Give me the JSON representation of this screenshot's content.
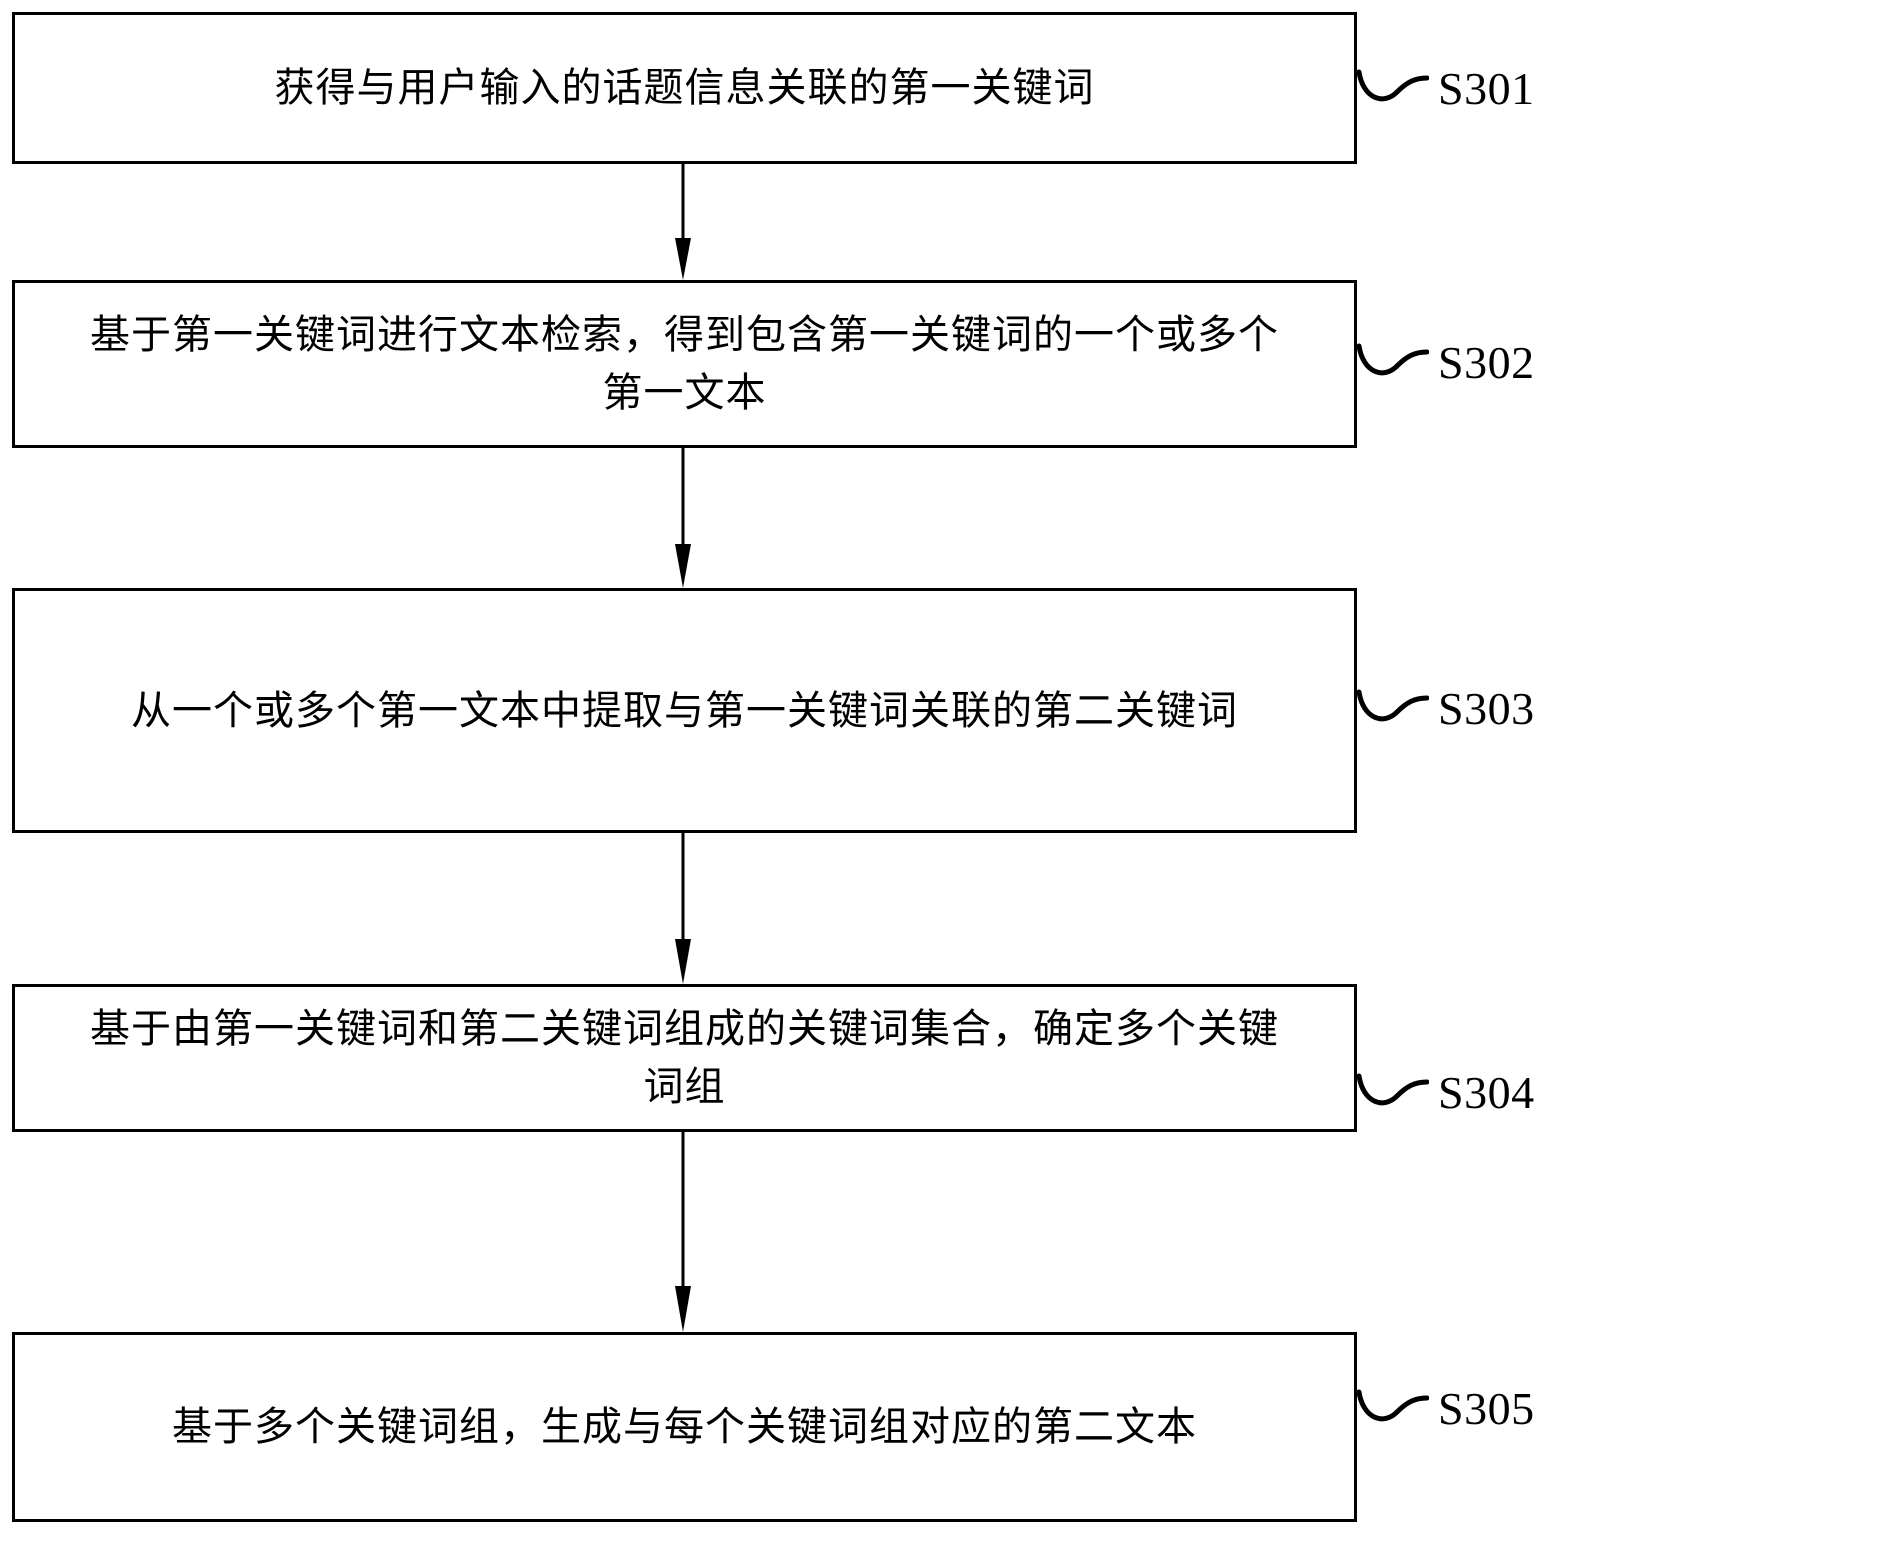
{
  "diagram": {
    "type": "flowchart",
    "orientation": "vertical",
    "line_color": "#000000",
    "background_color": "#ffffff",
    "steps": [
      {
        "id": "S301",
        "label": "S301",
        "text": "获得与用户输入的话题信息关联的第一关键词",
        "lines": 1
      },
      {
        "id": "S302",
        "label": "S302",
        "text": "基于第一关键词进行文本检索，得到包含第一关键词的一个或多个\n第一文本",
        "lines": 2
      },
      {
        "id": "S303",
        "label": "S303",
        "text": "从一个或多个第一文本中提取与第一关键词关联的第二关键词",
        "lines": 1
      },
      {
        "id": "S304",
        "label": "S304",
        "text": "基于由第一关键词和第二关键词组成的关键词集合，确定多个关键\n词组",
        "lines": 2
      },
      {
        "id": "S305",
        "label": "S305",
        "text": "基于多个关键词组，生成与每个关键词组对应的第二文本",
        "lines": 1
      }
    ],
    "connectors": [
      {
        "from": "S301",
        "to": "S302",
        "arrow": "down"
      },
      {
        "from": "S302",
        "to": "S303",
        "arrow": "down"
      },
      {
        "from": "S303",
        "to": "S304",
        "arrow": "down"
      },
      {
        "from": "S304",
        "to": "S305",
        "arrow": "down"
      }
    ]
  }
}
